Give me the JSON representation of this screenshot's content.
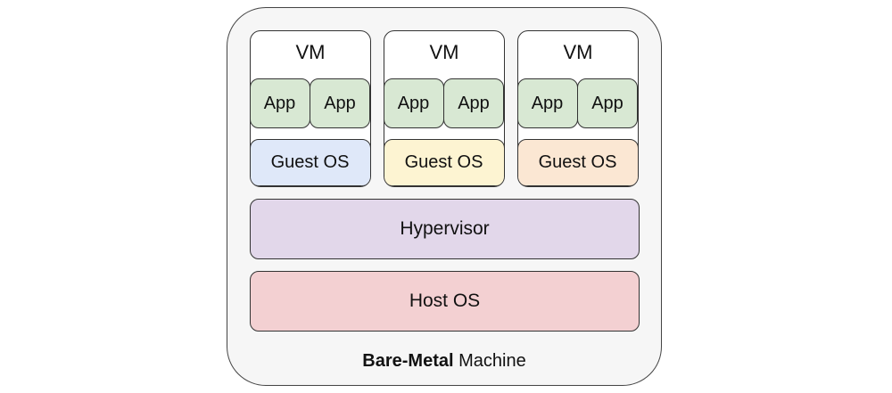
{
  "vms": [
    {
      "label": "VM",
      "apps": [
        "App",
        "App"
      ],
      "guest_os": "Guest OS",
      "guest_color": "#dfe8f9"
    },
    {
      "label": "VM",
      "apps": [
        "App",
        "App"
      ],
      "guest_os": "Guest OS",
      "guest_color": "#fdf4d2"
    },
    {
      "label": "VM",
      "apps": [
        "App",
        "App"
      ],
      "guest_os": "Guest OS",
      "guest_color": "#fbe7d3"
    }
  ],
  "app_color": "#d8e8d3",
  "hypervisor": {
    "label": "Hypervisor",
    "color": "#e2d7ea"
  },
  "host_os": {
    "label": "Host OS",
    "color": "#f3d0d2"
  },
  "machine": {
    "label_bold": "Bare-Metal",
    "label_rest": "Machine",
    "background": "#f6f6f6"
  }
}
